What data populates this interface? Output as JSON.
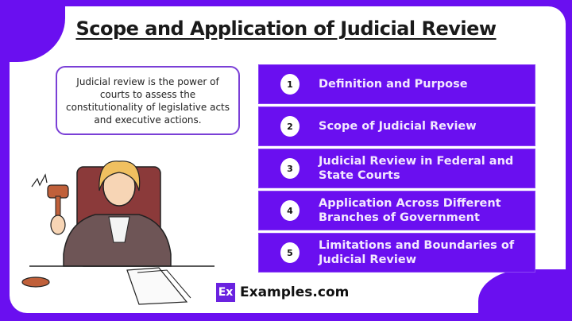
{
  "header": {
    "title": "Scope and Application of Judicial Review"
  },
  "definition": {
    "text": "Judicial review is the power of courts to assess the constitutionality of legislative acts and executive actions."
  },
  "items": [
    {
      "number": "1",
      "label": "Definition and Purpose"
    },
    {
      "number": "2",
      "label": "Scope of Judicial Review"
    },
    {
      "number": "3",
      "label": "Judicial Review in Federal and State Courts"
    },
    {
      "number": "4",
      "label": "Application Across Different Branches of Government"
    },
    {
      "number": "5",
      "label": "Limitations and Boundaries of Judicial Review"
    }
  ],
  "footer": {
    "logo_text": "Ex",
    "brand": "Examples.com"
  },
  "colors": {
    "accent": "#6a0ff0",
    "item_text": "#f3e8ff",
    "border": "#7a3fd6"
  }
}
